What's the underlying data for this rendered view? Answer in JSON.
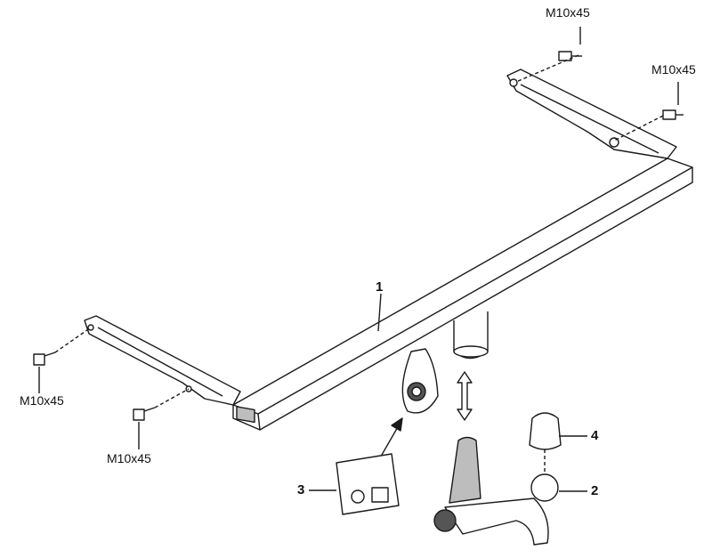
{
  "bolts": [
    {
      "label": "M10x45"
    },
    {
      "label": "M10x45"
    },
    {
      "label": "M10x45"
    },
    {
      "label": "M10x45"
    }
  ],
  "parts": [
    {
      "number": "1",
      "name": "crossbar"
    },
    {
      "number": "2",
      "name": "tow-ball-neck"
    },
    {
      "number": "3",
      "name": "electrical-socket-plate"
    },
    {
      "number": "4",
      "name": "ball-cap"
    }
  ],
  "colors": {
    "line": "#1a1a1a",
    "fill": "#ffffff",
    "shade": "#bdbdbd",
    "dark": "#555555"
  }
}
